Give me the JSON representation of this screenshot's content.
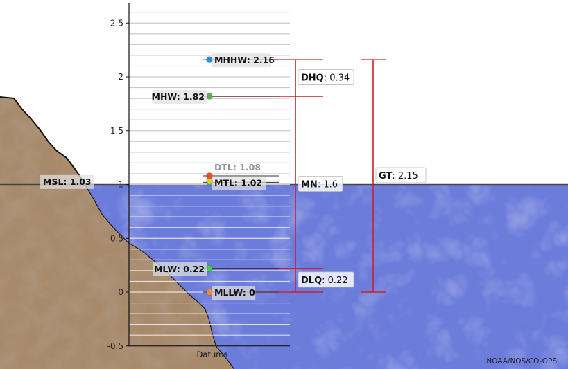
{
  "credit": "NOAA/NOS/CO-OPS",
  "colors": {
    "water": "#5f71d8",
    "rock": "#a8896a",
    "range_line": "#c8202f",
    "grid": "#c9c9c9"
  },
  "chart_data": {
    "type": "scatter",
    "xlabel": "Datums",
    "ylabel": "",
    "ylim": [
      -0.5,
      2.65
    ],
    "yticks": [
      "-0.5",
      "0",
      "0.5",
      "1",
      "1.5",
      "2",
      "2.5"
    ],
    "water_level": 1.0,
    "datums": [
      {
        "label": "MHHW: 2.16",
        "value": 2.16,
        "color": "#2a8fd6",
        "side": "right"
      },
      {
        "label": "MHW: 1.82",
        "value": 1.82,
        "color": "#5bb04a",
        "side": "left"
      },
      {
        "label": "DTL: 1.08",
        "value": 1.08,
        "color": "#e0552a",
        "side": "right",
        "faded": true
      },
      {
        "label": "MTL: 1.02",
        "value": 1.02,
        "color": "#38c0c8",
        "side": "right"
      },
      {
        "label": "MSL: 1.03",
        "value": 1.03,
        "color": "#e9c638",
        "side": "far-left"
      },
      {
        "label": "MLW: 0.22",
        "value": 0.22,
        "color": "#3fcf3f",
        "side": "left"
      },
      {
        "label": "MLLW: 0",
        "value": 0,
        "color": "#f08a3c",
        "side": "right"
      }
    ],
    "ranges": [
      {
        "name": "DHQ",
        "value": "0.34",
        "from": 1.82,
        "to": 2.16
      },
      {
        "name": "MN",
        "value": "1.6",
        "from": 0.22,
        "to": 1.82
      },
      {
        "name": "DLQ",
        "value": "0.22",
        "from": 0,
        "to": 0.22
      },
      {
        "name": "GT",
        "value": "2.15",
        "from": 0,
        "to": 2.16
      }
    ]
  }
}
